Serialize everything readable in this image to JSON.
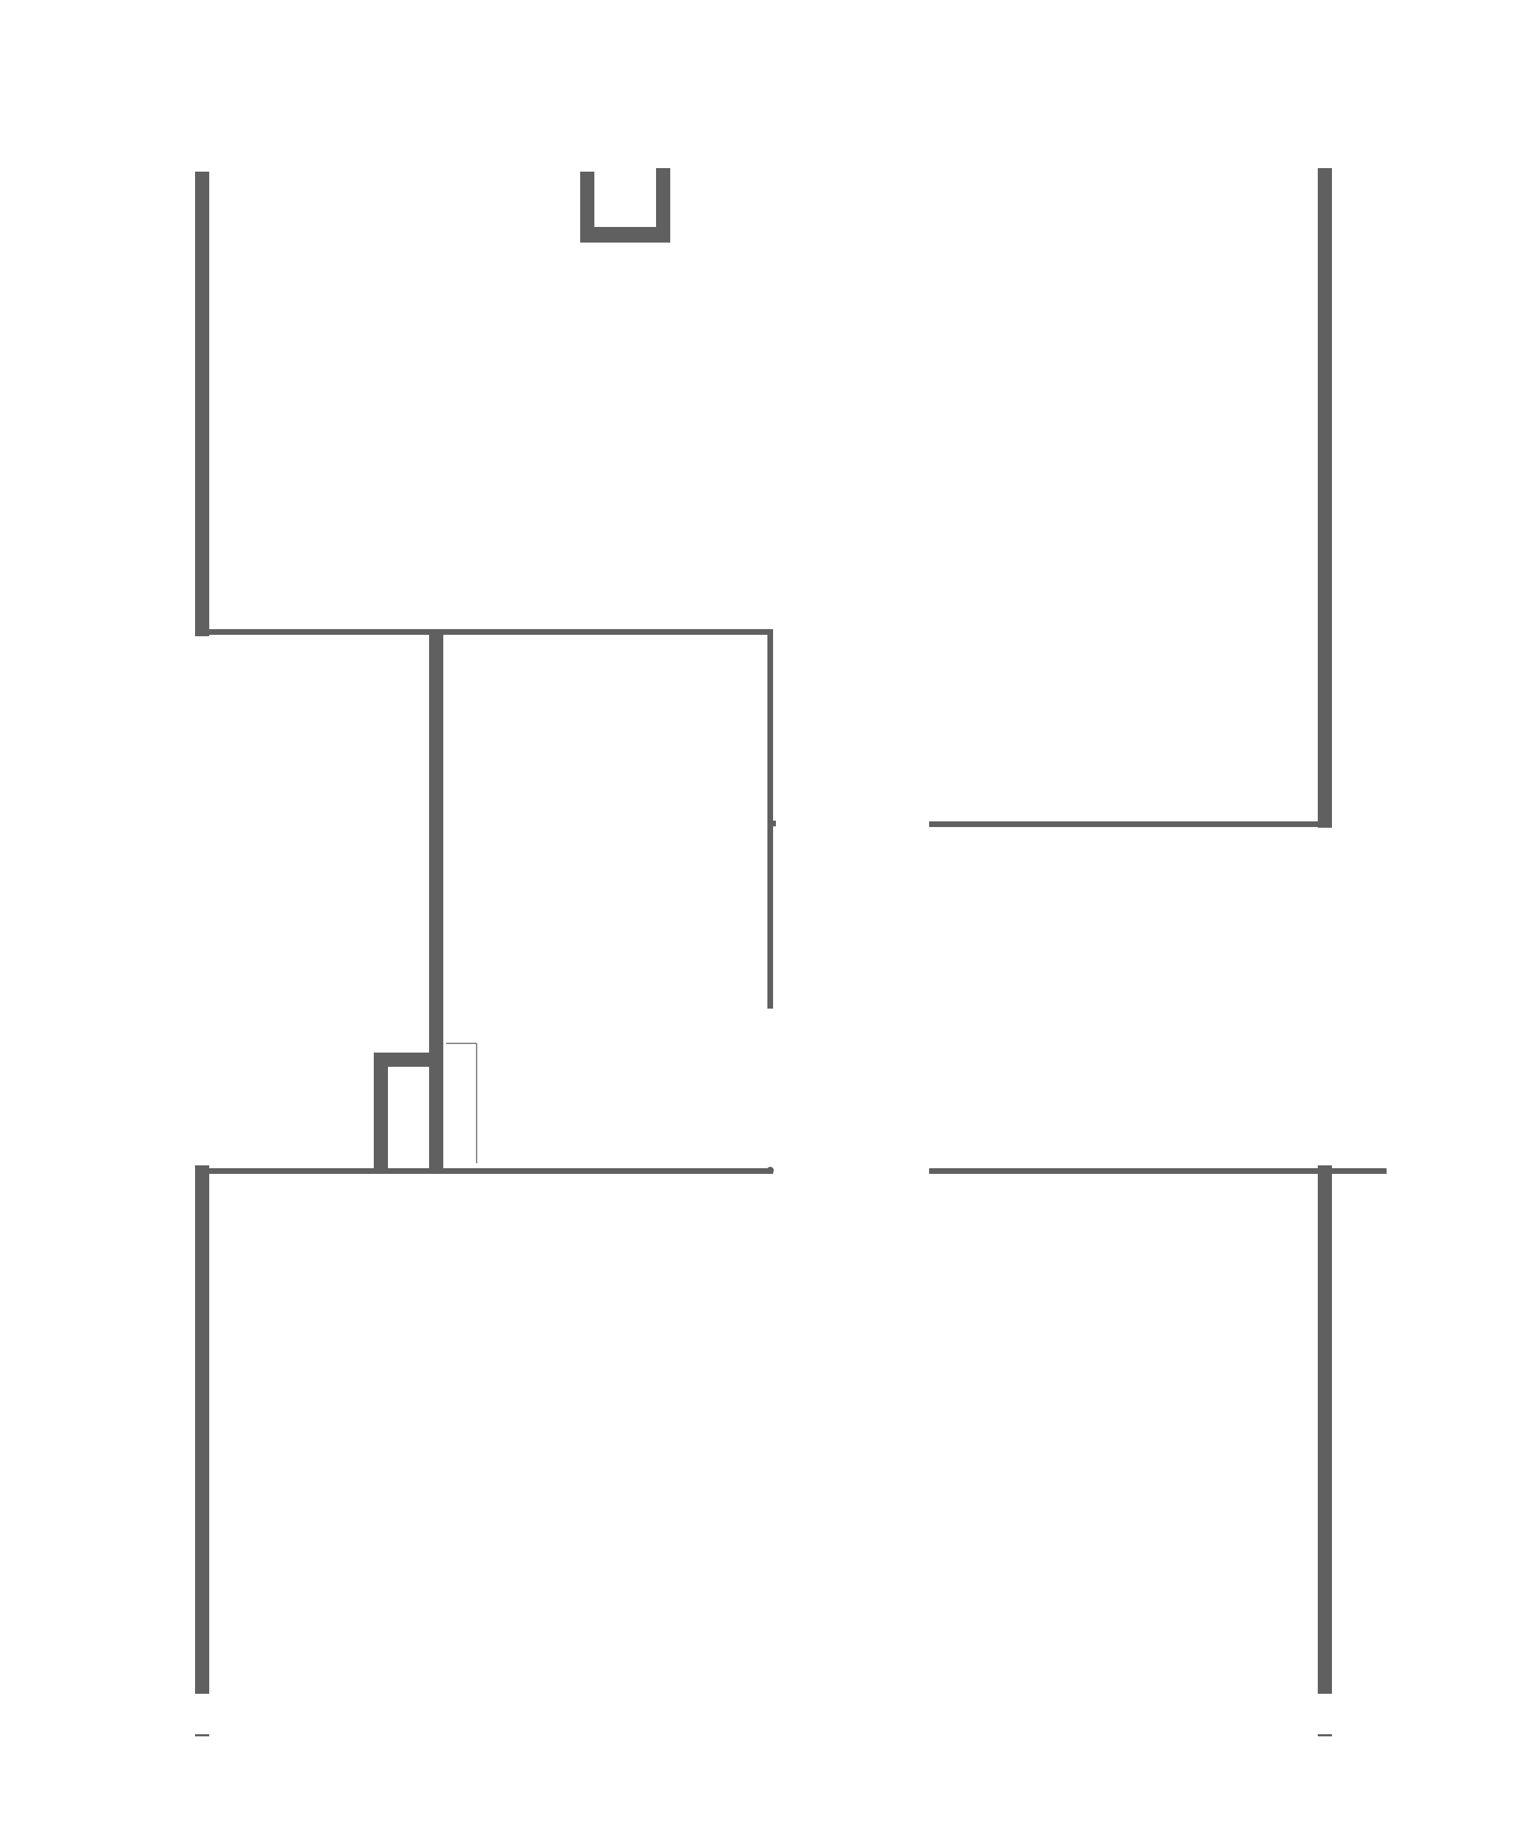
{
  "diagram": {
    "type": "floor-plan",
    "wall_color": "#606060",
    "background_color": "#ffffff",
    "walls": [
      {
        "id": "left-upper-exterior-wall",
        "kind": "thick"
      },
      {
        "id": "top-center-u-fixture",
        "kind": "thick"
      },
      {
        "id": "right-upper-exterior-wall",
        "kind": "thick"
      },
      {
        "id": "upper-horizontal-partition",
        "kind": "thin"
      },
      {
        "id": "central-vertical-partition",
        "kind": "thick"
      },
      {
        "id": "inner-vertical-partition",
        "kind": "thin"
      },
      {
        "id": "right-mid-horizontal-wall",
        "kind": "thin"
      },
      {
        "id": "lower-left-horizontal-partition",
        "kind": "thin"
      },
      {
        "id": "lower-right-horizontal-partition",
        "kind": "thin"
      },
      {
        "id": "small-closet-frame",
        "kind": "thick"
      },
      {
        "id": "door-swing-outline",
        "kind": "hair"
      },
      {
        "id": "left-lower-exterior-wall",
        "kind": "thick"
      },
      {
        "id": "right-lower-exterior-wall",
        "kind": "thick"
      },
      {
        "id": "left-bottom-marker",
        "kind": "hair"
      },
      {
        "id": "right-bottom-marker",
        "kind": "hair"
      }
    ]
  }
}
